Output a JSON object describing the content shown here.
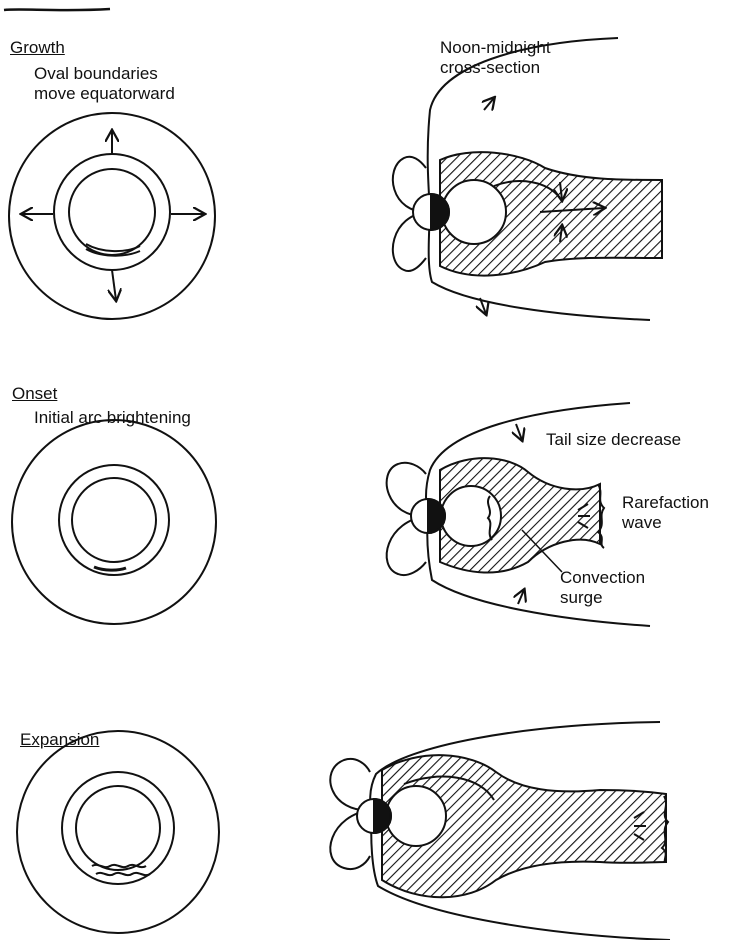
{
  "panels": {
    "growth": {
      "heading": "Growth",
      "description": "Oval boundaries\nmove equatorward"
    },
    "onset": {
      "heading": "Onset",
      "description": "Initial arc brightening",
      "annotations": {
        "tail": "Tail size decrease",
        "rarefaction": "Rarefaction\nwave",
        "convection": "Convection\nsurge"
      }
    },
    "expansion": {
      "heading": "Expansion"
    }
  },
  "cross_section_title": "Noon-midnight\ncross-section"
}
